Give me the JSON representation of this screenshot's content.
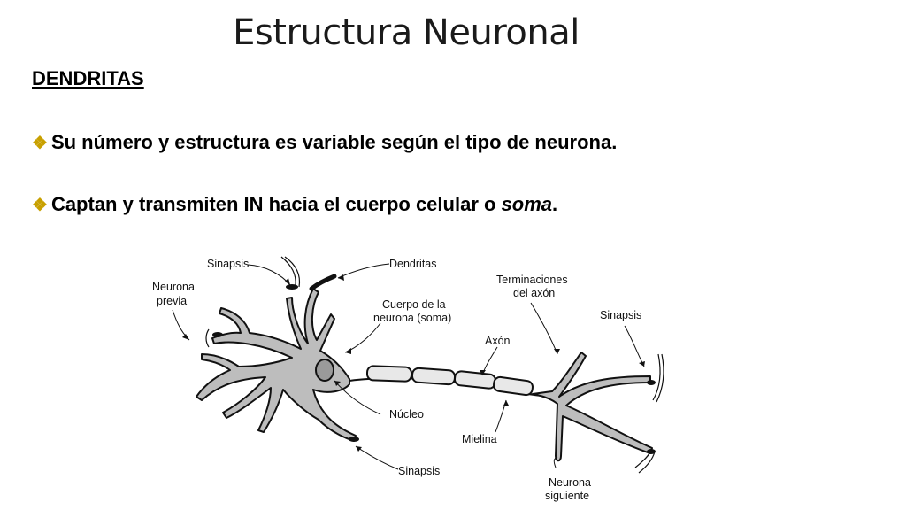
{
  "slide": {
    "title": "Estructura Neuronal",
    "subtitle": "DENDRITAS",
    "bullets": [
      {
        "icon": "diamond-bullet-icon",
        "text": "Su número y estructura es variable según el tipo de neurona."
      },
      {
        "icon": "diamond-bullet-icon",
        "text_before": "Captan y transmiten IN hacia el cuerpo celular o ",
        "text_italic": "soma",
        "text_after": "."
      }
    ]
  },
  "diagram": {
    "labels": {
      "sinapsis_top": "Sinapsis",
      "dendritas": "Dendritas",
      "neurona_previa_1": "Neurona",
      "neurona_previa_2": "previa",
      "cuerpo_1": "Cuerpo de la",
      "cuerpo_2": "neurona (soma)",
      "terminaciones_1": "Terminaciones",
      "terminaciones_2": "del axón",
      "axon": "Axón",
      "sinapsis_right": "Sinapsis",
      "nucleo": "Núcleo",
      "mielina": "Mielina",
      "sinapsis_bottom": "Sinapsis",
      "neurona_siguiente_1": "Neurona",
      "neurona_siguiente_2": "siguiente"
    },
    "colors": {
      "cell_fill": "#bdbdbd",
      "outline": "#111111",
      "accent": "#c8a000"
    }
  }
}
